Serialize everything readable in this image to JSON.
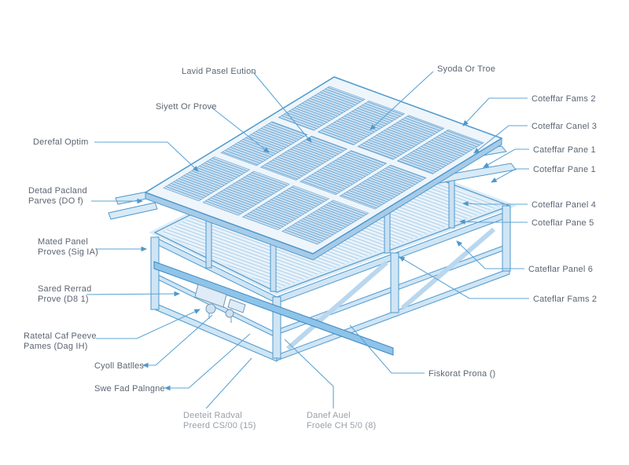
{
  "colors": {
    "accent_line": "#4e99cc",
    "leader_line": "#5fa4d4",
    "panel_fill": "#cfe2f2",
    "frame_fill": "#cfe5f5",
    "label_text": "#5b6572",
    "faint_label_text": "#98a0a8",
    "background": "#ffffff"
  },
  "labels": {
    "lavid": {
      "text": "Lavid Pasel Eution"
    },
    "syett": {
      "text": "Siyett Or Prove"
    },
    "derefal": {
      "text": "Derefal Optim"
    },
    "syode": {
      "text": "Syoda Or Troe"
    },
    "detad": {
      "line1": "Detad Pacland",
      "line2": "Parves (DO f)"
    },
    "mated": {
      "line1": "Mated Panel",
      "line2": "Proves (Sig IA)"
    },
    "sared": {
      "line1": "Sared Rerrad",
      "line2": "Prove (D8 1)"
    },
    "ratetal": {
      "line1": "Ratetal Caf Peeve",
      "line2": "Pames (Dag IH)"
    },
    "cyoll": {
      "text": "Cyoll Batlles"
    },
    "swefad": {
      "text": "Swe Fad Palngne"
    },
    "deeteit": {
      "line1": "Deeteit Radval",
      "line2": "Preerd CS/00 (15)"
    },
    "danef": {
      "line1": "Danef Auel",
      "line2": "Froele CH 5/0 (8)"
    },
    "cot2a": {
      "text": "Coteffar Fams 2"
    },
    "cot3": {
      "text": "Coteffar Canel 3"
    },
    "cot1a": {
      "text": "Cateffar Pane 1"
    },
    "cot1b": {
      "text": "Coteffar Pane 1"
    },
    "cot4": {
      "text": "Coteflar Panel 4"
    },
    "cot5": {
      "text": "Coteflar Pane 5"
    },
    "cot6": {
      "text": "Cateflar Panel 6"
    },
    "cot2b": {
      "text": "Cateflar Fams 2"
    },
    "fiskorat": {
      "text": "Fiskorat Prona ()"
    }
  }
}
